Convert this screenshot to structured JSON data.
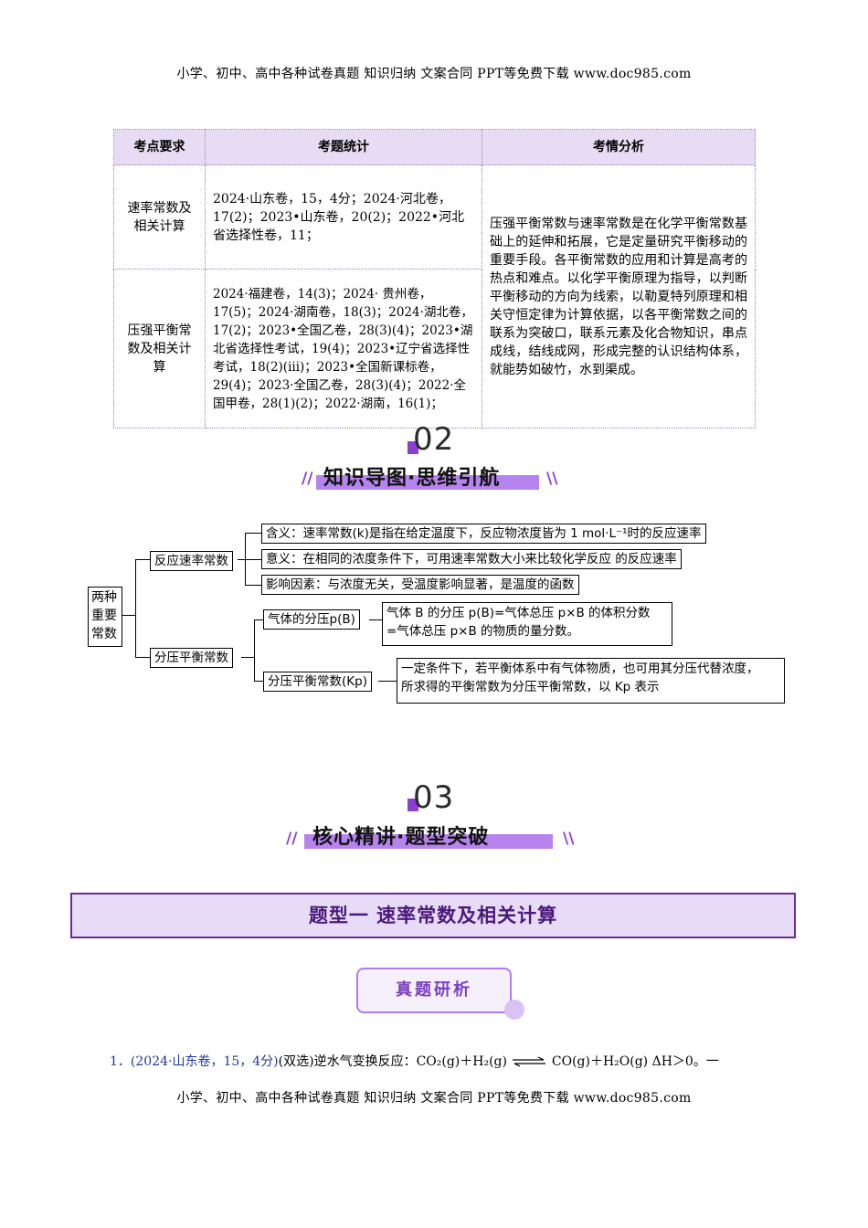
{
  "header": {
    "text": "小学、初中、高中各种试卷真题  知识归纳  文案合同  PPT等免费下载      www.doc985.com"
  },
  "footer": {
    "text": "小学、初中、高中各种试卷真题  知识归纳  文案合同  PPT等免费下载      www.doc985.com"
  },
  "table": {
    "headers": [
      "考点要求",
      "考题统计",
      "考情分析"
    ],
    "rows": [
      {
        "topic": "速率常数及相关计算",
        "stats": "2024·山东卷，15，4分；2024·河北卷，17(2)；2023•山东卷，20(2)；2022•河北省选择性卷，11；"
      },
      {
        "topic": "压强平衡常数及相关计算",
        "stats": "2024·福建卷，14(3)；2024· 贵州卷，17(5)；2024·湖南卷，18(3)；2024·湖北卷，17(2)；2023•全国乙卷，28(3)(4)；2023•湖北省选择性考试，19(4)；2023•辽宁省选择性考试，18(2)(iii)；2023•全国新课标卷，29(4)；2023·全国乙卷，28(3)(4)；2022·全国甲卷，28(1)(2)；2022·湖南，16(1)；"
      }
    ],
    "analysis": "压强平衡常数与速率常数是在化学平衡常数基础上的延伸和拓展，它是定量研究平衡移动的重要手段。各平衡常数的应用和计算是高考的热点和难点。以化学平衡原理为指导，以判断平衡移动的方向为线索，以勒夏特列原理和相关守恒定律为计算依据，以各平衡常数之间的联系为突破口，联系元素及化合物知识，串点成线，结线成网，形成完整的认识结构体系，就能势如破竹，水到渠成。"
  },
  "section2": {
    "number": "02",
    "title": "知识导图·思维引航"
  },
  "mindmap": {
    "root": "两种重要常数",
    "branch1": "反应速率常数",
    "b1_items": [
      "含义：速率常数(k)是指在给定温度下，反应物浓度皆为 1 mol·L⁻¹时的反应速率",
      "意义：在相同的浓度条件下，可用速率常数大小来比较化学反应 的反应速率",
      "影响因素：与浓度无关，受温度影响显著，是温度的函数"
    ],
    "branch2": "分压平衡常数",
    "b2_sub1": "气体的分压p(B)",
    "b2_sub1_desc": [
      "气体 B 的分压 p(B)=气体总压 p×B 的体积分数",
      "=气体总压 p×B 的物质的量分数。"
    ],
    "b2_sub2": "分压平衡常数(Kp)",
    "b2_sub2_desc": [
      "一定条件下，若平衡体系中有气体物质，也可用其分压代替浓度，",
      "所求得的平衡常数为分压平衡常数，以 Kp 表示"
    ]
  },
  "section3": {
    "number": "03",
    "title": "核心精讲·题型突破"
  },
  "banner": "题型一   速率常数及相关计算",
  "badge": "真题研析",
  "question": {
    "num": "1．",
    "source": "(2024·山东卷，15，4分)",
    "text_before": "(双选)逆水气变换反应：CO₂(g)＋H₂(g) ",
    "text_after": " CO(g)＋H₂O(g)  ΔH＞0。一"
  }
}
